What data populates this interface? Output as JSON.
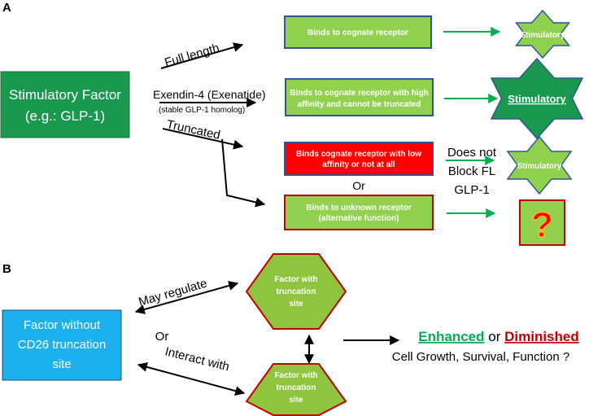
{
  "panel_a": {
    "label": "A",
    "source_box": {
      "line1": "Stimulatory Factor",
      "line2": "(e.g.: GLP-1)",
      "fill": "#1a9850"
    },
    "branch_full_length": "Full length",
    "branch_exendin_line1": "Exendin-4 (Exenatide)",
    "branch_exendin_line2": "(stable GLP-1 homolog)",
    "branch_truncated": "Truncated",
    "box_binds_cognate": "Binds to cognate receptor",
    "box_high_affinity_line1": "Binds to cognate receptor with high",
    "box_high_affinity_line2": "affinity and cannot be truncated",
    "box_low_affinity_line1": "Binds cognate receptor with low",
    "box_low_affinity_line2": "affinity or not at all",
    "or_label": "Or",
    "box_unknown_line1": "Binds to unknown receptor",
    "box_unknown_line2": "(alternative function)",
    "star_top": "Stimulatory",
    "star_big": "Stimulatory",
    "star_small": "Stimulatory",
    "does_not_line1": "Does not",
    "does_not_line2": "Block FL",
    "does_not_line3": "GLP-1",
    "question_mark": "?",
    "colors": {
      "box_green": "#92d050",
      "box_red": "#ff0000",
      "border_blue": "#2f5597",
      "border_red": "#c00000",
      "arrow_green": "#00b050",
      "star_fill": "#8fd14f",
      "star_big_fill": "#1a9850"
    }
  },
  "panel_b": {
    "label": "B",
    "factor_box_line1": "Factor without",
    "factor_box_line2": "CD26 truncation",
    "factor_box_line3": "site",
    "factor_box_fill": "#1cb0ec",
    "may_regulate": "May regulate",
    "or_label": "Or",
    "interact_with": "Interact with",
    "hex_top_line1": "Factor with",
    "hex_top_line2": "truncation",
    "hex_top_line3": "site",
    "hex_bottom_line1": "Factor with",
    "hex_bottom_line2": "truncation",
    "hex_bottom_line3": "site",
    "enhanced": "Enhanced",
    "or_word": "or",
    "diminished": "Diminished",
    "outcome": "Cell Growth, Survival, Function ?",
    "colors": {
      "enhanced": "#00b050",
      "diminished": "#c00000",
      "hex_fill": "#8fc43f"
    }
  }
}
